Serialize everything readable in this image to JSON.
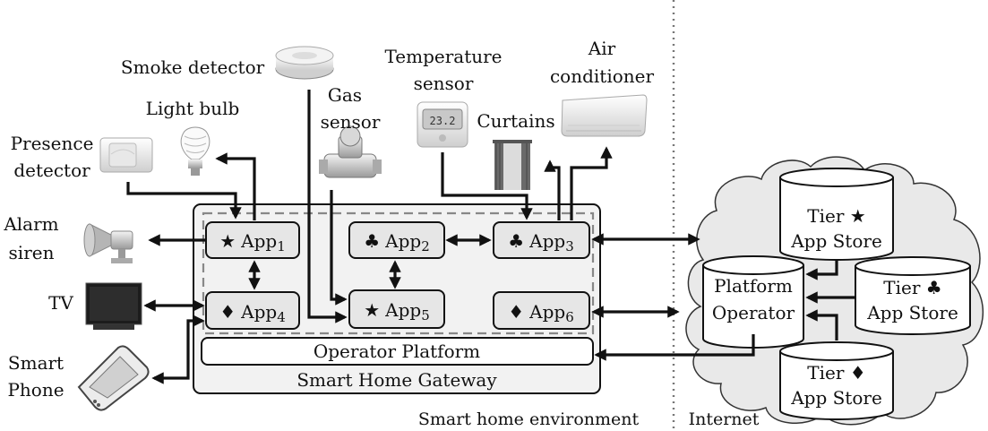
{
  "devices": {
    "smoke_detector": "Smoke detector",
    "temperature_sensor": [
      "Temperature",
      "sensor"
    ],
    "air_conditioner": [
      "Air",
      "conditioner"
    ],
    "light_bulb": "Light bulb",
    "gas_sensor": [
      "Gas",
      "sensor"
    ],
    "curtains": "Curtains",
    "presence_detector": [
      "Presence",
      "detector"
    ],
    "alarm_siren": [
      "Alarm",
      "siren"
    ],
    "tv": "TV",
    "smart_phone": [
      "Smart",
      "Phone"
    ]
  },
  "apps": [
    {
      "symbol": "★",
      "name": "App",
      "num": "1"
    },
    {
      "symbol": "♣",
      "name": "App",
      "num": "2"
    },
    {
      "symbol": "♣",
      "name": "App",
      "num": "3"
    },
    {
      "symbol": "♦",
      "name": "App",
      "num": "4"
    },
    {
      "symbol": "★",
      "name": "App",
      "num": "5"
    },
    {
      "symbol": "♦",
      "name": "App",
      "num": "6"
    }
  ],
  "gateway": {
    "operator_platform": "Operator Platform",
    "title": "Smart Home Gateway"
  },
  "cloud": {
    "platform_operator": [
      "Platform",
      "Operator"
    ],
    "tier_star": [
      "Tier ★",
      "App Store"
    ],
    "tier_club": [
      "Tier ♣",
      "App Store"
    ],
    "tier_diamond": [
      "Tier ♦",
      "App Store"
    ]
  },
  "regions": {
    "home": "Smart home environment",
    "internet": "Internet"
  }
}
